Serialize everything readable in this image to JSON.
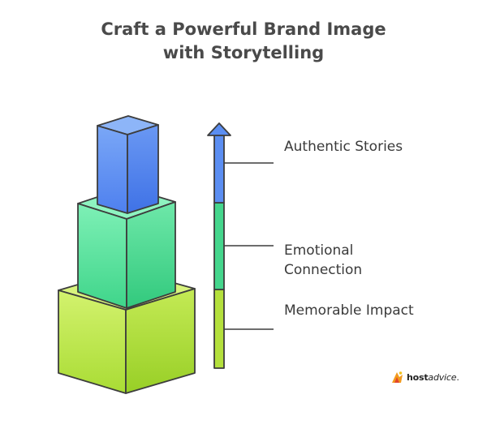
{
  "title": {
    "line1": "Craft a Powerful Brand Image",
    "line2": "with Storytelling"
  },
  "levels": [
    {
      "label_lines": [
        "Authentic Stories"
      ],
      "color": "#5b8ef2"
    },
    {
      "label_lines": [
        "Emotional",
        "Connection"
      ],
      "color": "#44d68c"
    },
    {
      "label_lines": [
        "Memorable Impact"
      ],
      "color": "#b4e03c"
    }
  ],
  "watermark": {
    "brand_bold": "host",
    "brand_rest": "advice",
    "brand_suffix": ".",
    "icon": "hostadvice-logo-icon"
  },
  "colors": {
    "outline": "#3d3d3d",
    "text": "#3a3a3a",
    "title": "#4a4a4a"
  }
}
